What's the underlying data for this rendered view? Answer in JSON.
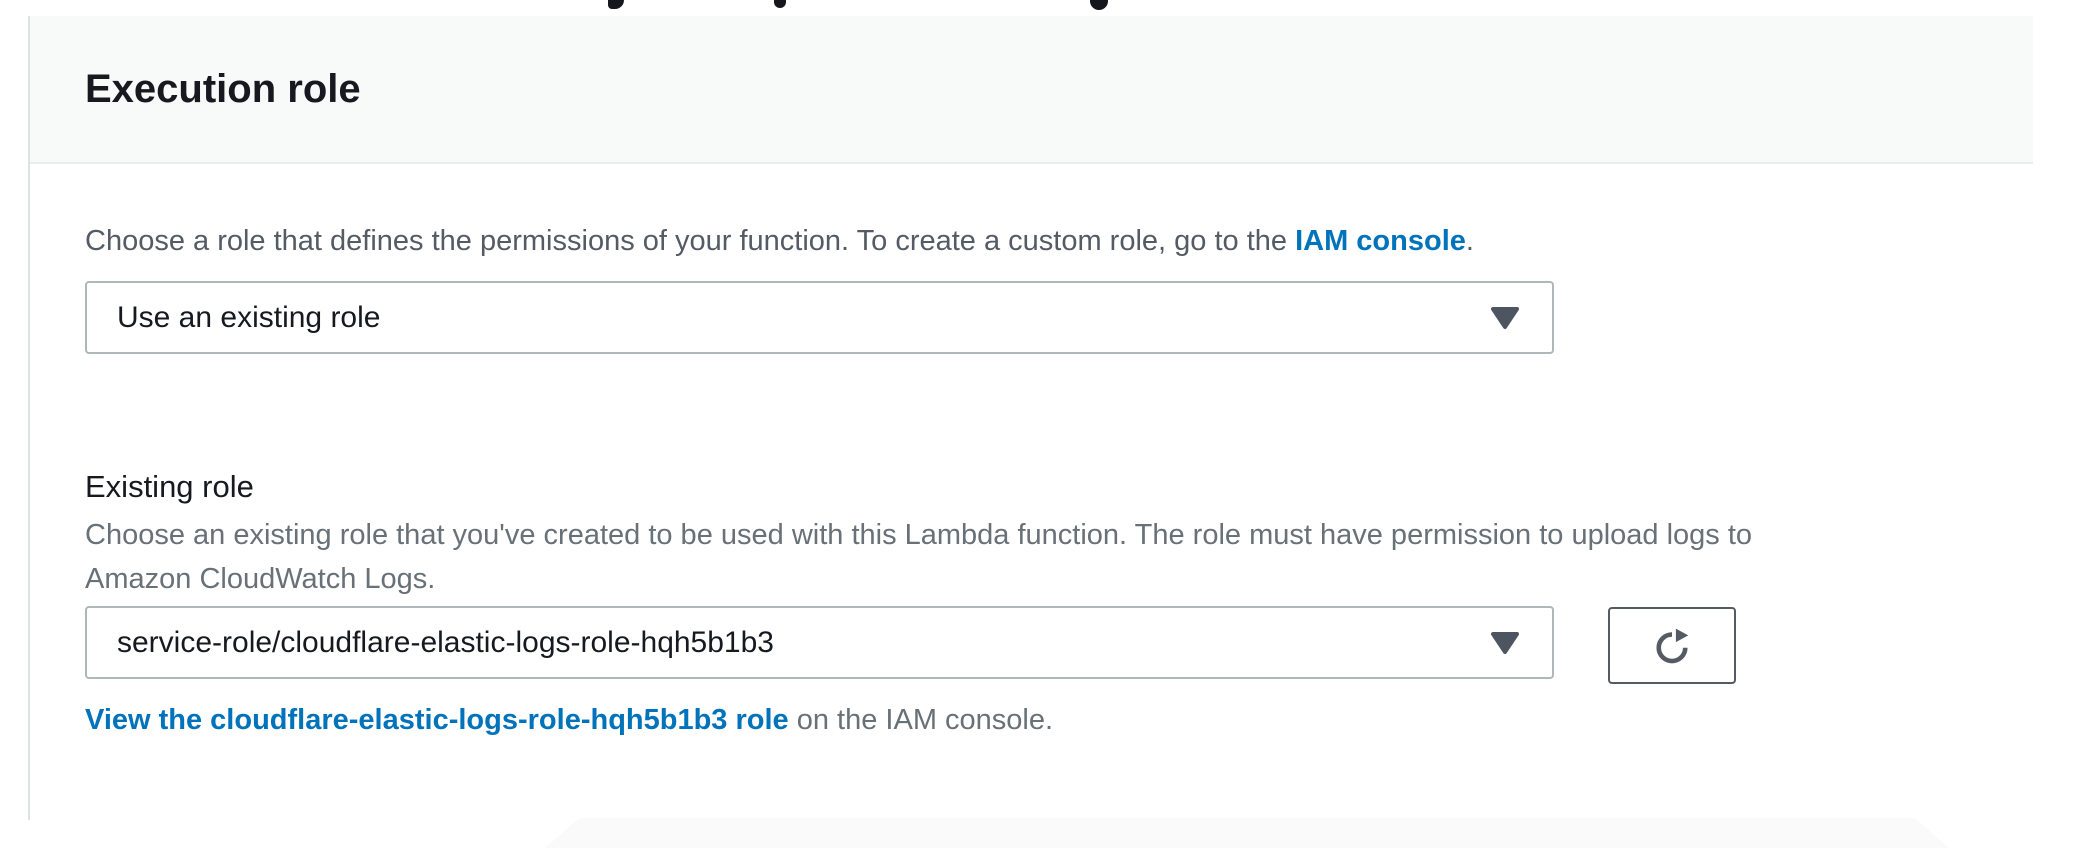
{
  "panel": {
    "title": "Execution role",
    "role_source": {
      "help_prefix": "Choose a role that defines the permissions of your function. To create a custom role, go to the ",
      "help_link_label": "IAM console",
      "help_suffix": ".",
      "dropdown_value": "Use an existing role"
    },
    "existing_role": {
      "label": "Existing role",
      "description_line1": "Choose an existing role that you've created to be used with this Lambda function. The role must have permission to upload logs to",
      "description_line2": "Amazon CloudWatch Logs.",
      "dropdown_value": "service-role/cloudflare-elastic-logs-role-hqh5b1b3",
      "view_link_label": "View the cloudflare-elastic-logs-role-hqh5b1b3 role",
      "view_link_suffix": " on the IAM console."
    }
  },
  "icons": {
    "dropdown_caret": "caret-down-icon",
    "refresh": "refresh-icon"
  },
  "colors": {
    "link_blue": "#0073bb",
    "text_dark": "#16191f",
    "text_gray": "#545b64",
    "text_muted": "#687078",
    "header_bg": "#f8f9f9",
    "divider": "#eaeded",
    "select_border": "#aeb8bb",
    "button_border": "#545b64",
    "caret_fill": "#4d5560"
  }
}
